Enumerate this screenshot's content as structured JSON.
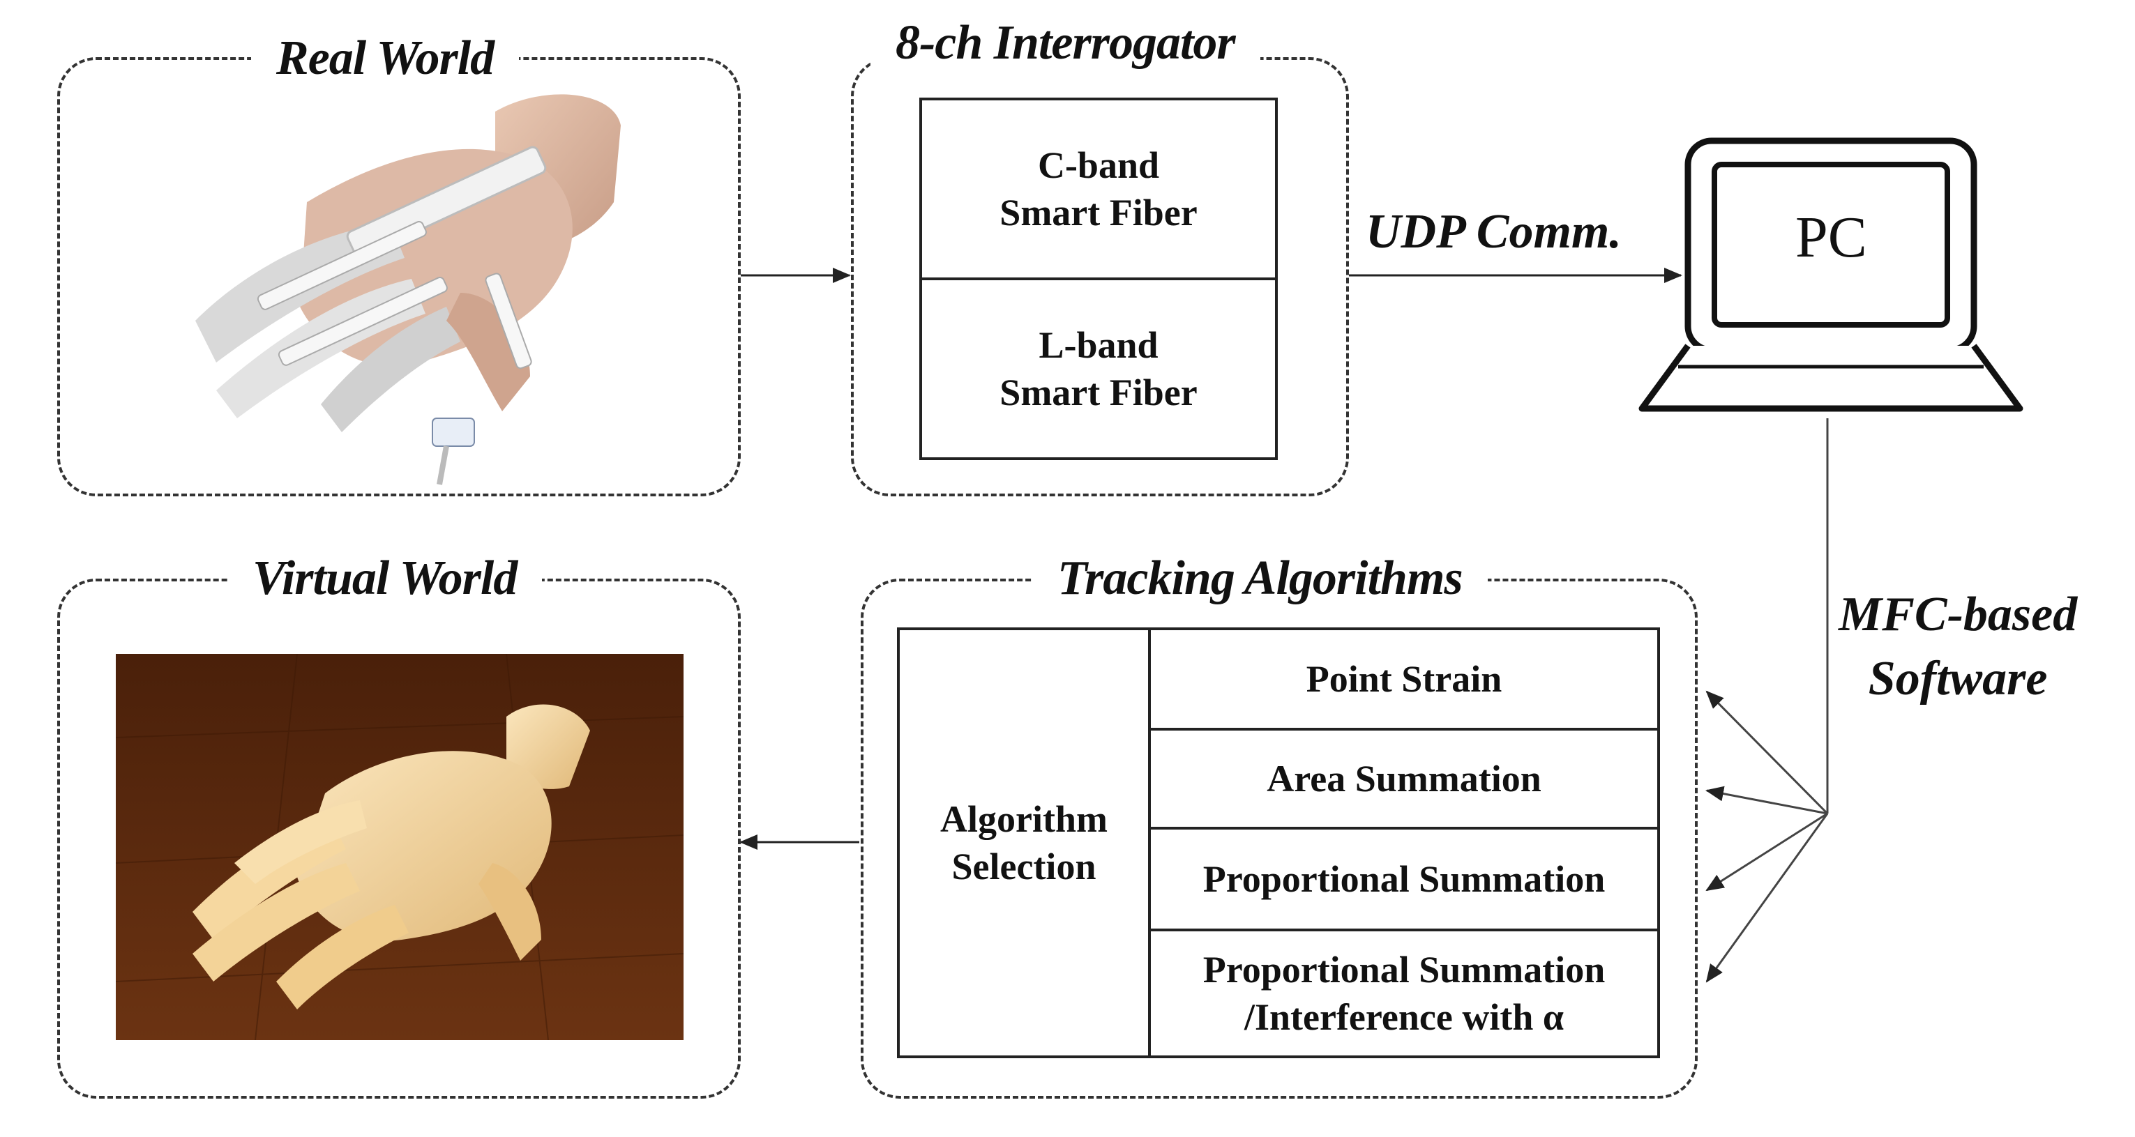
{
  "real_world": {
    "title": "Real World",
    "image": "glove-hand-photo"
  },
  "interrogator": {
    "title": "8-ch Interrogator",
    "c_band": [
      "C-band",
      "Smart Fiber"
    ],
    "l_band": [
      "L-band",
      "Smart Fiber"
    ]
  },
  "link_label": "UDP Comm.",
  "pc": {
    "label": "PC",
    "icon": "laptop-icon"
  },
  "software_label": [
    "MFC-based",
    "Software"
  ],
  "tracking": {
    "title": "Tracking Algorithms",
    "selection": [
      "Algorithm",
      "Selection"
    ],
    "algorithms": [
      [
        "Point Strain"
      ],
      [
        "Area Summation"
      ],
      [
        "Proportional Summation"
      ],
      [
        "Proportional Summation",
        "/Interference with α"
      ]
    ]
  },
  "virtual_world": {
    "title": "Virtual World",
    "image": "virtual-hand-render"
  },
  "colors": {
    "virtual_bg": "#5a2a10",
    "hand_skin": "#f3d9a6"
  }
}
